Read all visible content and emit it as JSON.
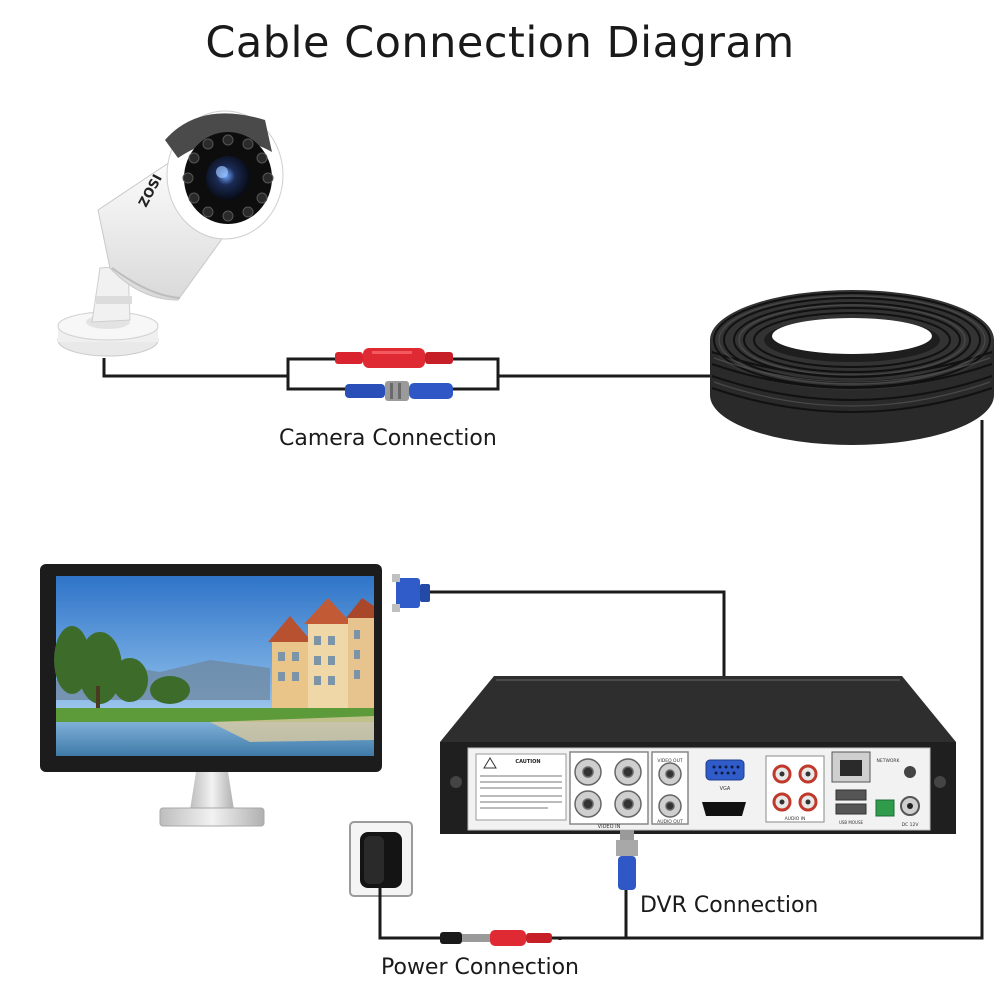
{
  "title": "Cable Connection Diagram",
  "labels": {
    "camera_connection": "Camera Connection",
    "dvr_connection": "DVR Connection",
    "power_connection": "Power Connection"
  },
  "camera": {
    "brand": "ZOSI"
  },
  "dvr_panel": {
    "caution": "CAUTION",
    "ports": {
      "video_in": "VIDEO IN",
      "video_out": "VIDEO OUT",
      "audio_out": "AUDIO OUT",
      "vga": "VGA",
      "audio_in": "AUDIO IN",
      "network": "NETWORK",
      "usb": "USB MOUSE",
      "power": "DC 12V"
    }
  },
  "colors": {
    "cable": "#1b1b1b",
    "power_connector": "#d9232e",
    "video_connector": "#2a4fb8",
    "vga_connector": "#2f5cc9",
    "dvr_body": "#2b2b2b",
    "panel": "#f2f2f2"
  }
}
